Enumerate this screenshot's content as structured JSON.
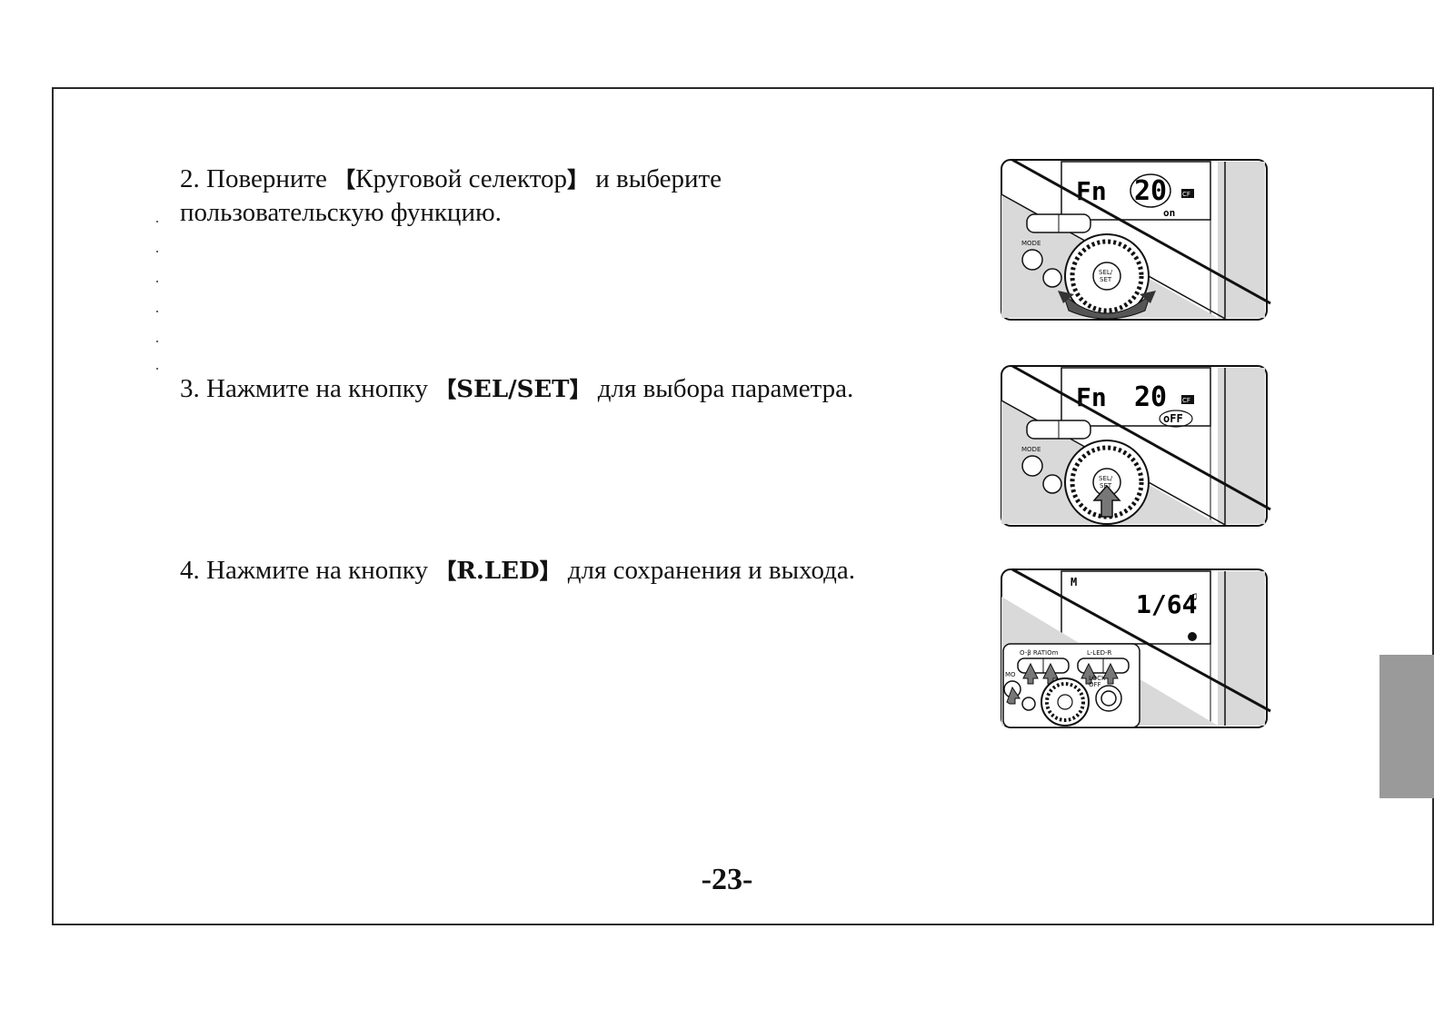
{
  "steps": [
    {
      "number": "2.",
      "before": "Поверните",
      "open_bracket": "【",
      "key": "Круговой селектор",
      "close_bracket": "】",
      "after": "и выберите",
      "line2": "пользовательскую функцию."
    },
    {
      "number": "3.",
      "before": "Нажмите на кнопку",
      "open_bracket": "【",
      "key": "SEL/SET",
      "close_bracket": "】",
      "after": "для выбора параметра."
    },
    {
      "number": "4.",
      "before": "Нажмите на кнопку",
      "open_bracket": "【",
      "key": "R.LED",
      "close_bracket": "】",
      "after": "для сохранения и выхода."
    }
  ],
  "figures": {
    "dial": {
      "lcd_fn": "Fn",
      "lcd_value": "20",
      "lcd_badge": "CF",
      "lcd_state": "on",
      "mode_label": "MODE",
      "center_label_1": "SEL/",
      "center_label_2": "SET"
    },
    "selset": {
      "lcd_fn": "Fn",
      "lcd_value": "20",
      "lcd_badge": "CF",
      "lcd_state": "oFF",
      "mode_label": "MODE",
      "center_label_1": "SEL/",
      "center_label_2": "SET"
    },
    "rled": {
      "lcd_mode": "M",
      "lcd_value": "1/64",
      "btn_label_left": "O-β RATIOm",
      "btn_label_right": "L-LED-R",
      "mode_label": "MO",
      "lock_label_1": "LOCK",
      "lock_label_2": "OFF"
    }
  },
  "page_number": "-23-",
  "colors": {
    "border": "#2a2a2a",
    "side_tab": "#9a9a9a",
    "panel_shade": "#d9d9d9"
  }
}
